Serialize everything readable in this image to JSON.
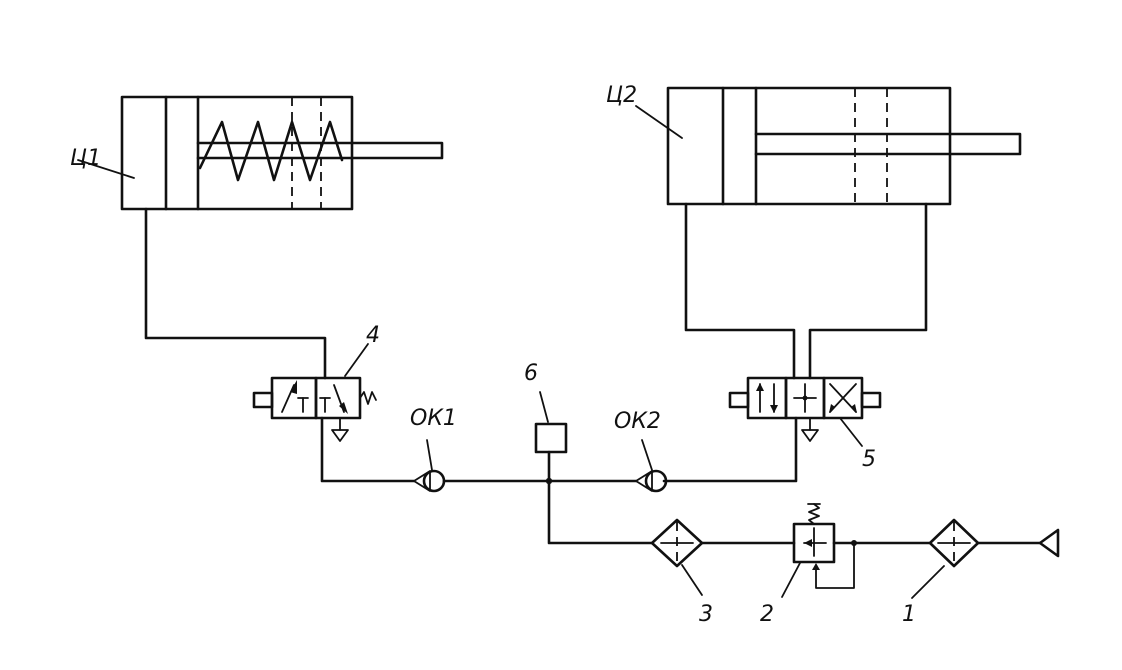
{
  "labels": {
    "cylinder_1": "Ц1",
    "cylinder_2": "Ц2",
    "valve_4": "4",
    "valve_5": "5",
    "check_valve_1": "ОК1",
    "check_valve_2": "ОК2",
    "element_6": "6",
    "filter_3": "3",
    "pressure_regulator_2": "2",
    "filter_1": "1"
  },
  "colors": {
    "ink": "#111111",
    "background": "#ffffff"
  }
}
